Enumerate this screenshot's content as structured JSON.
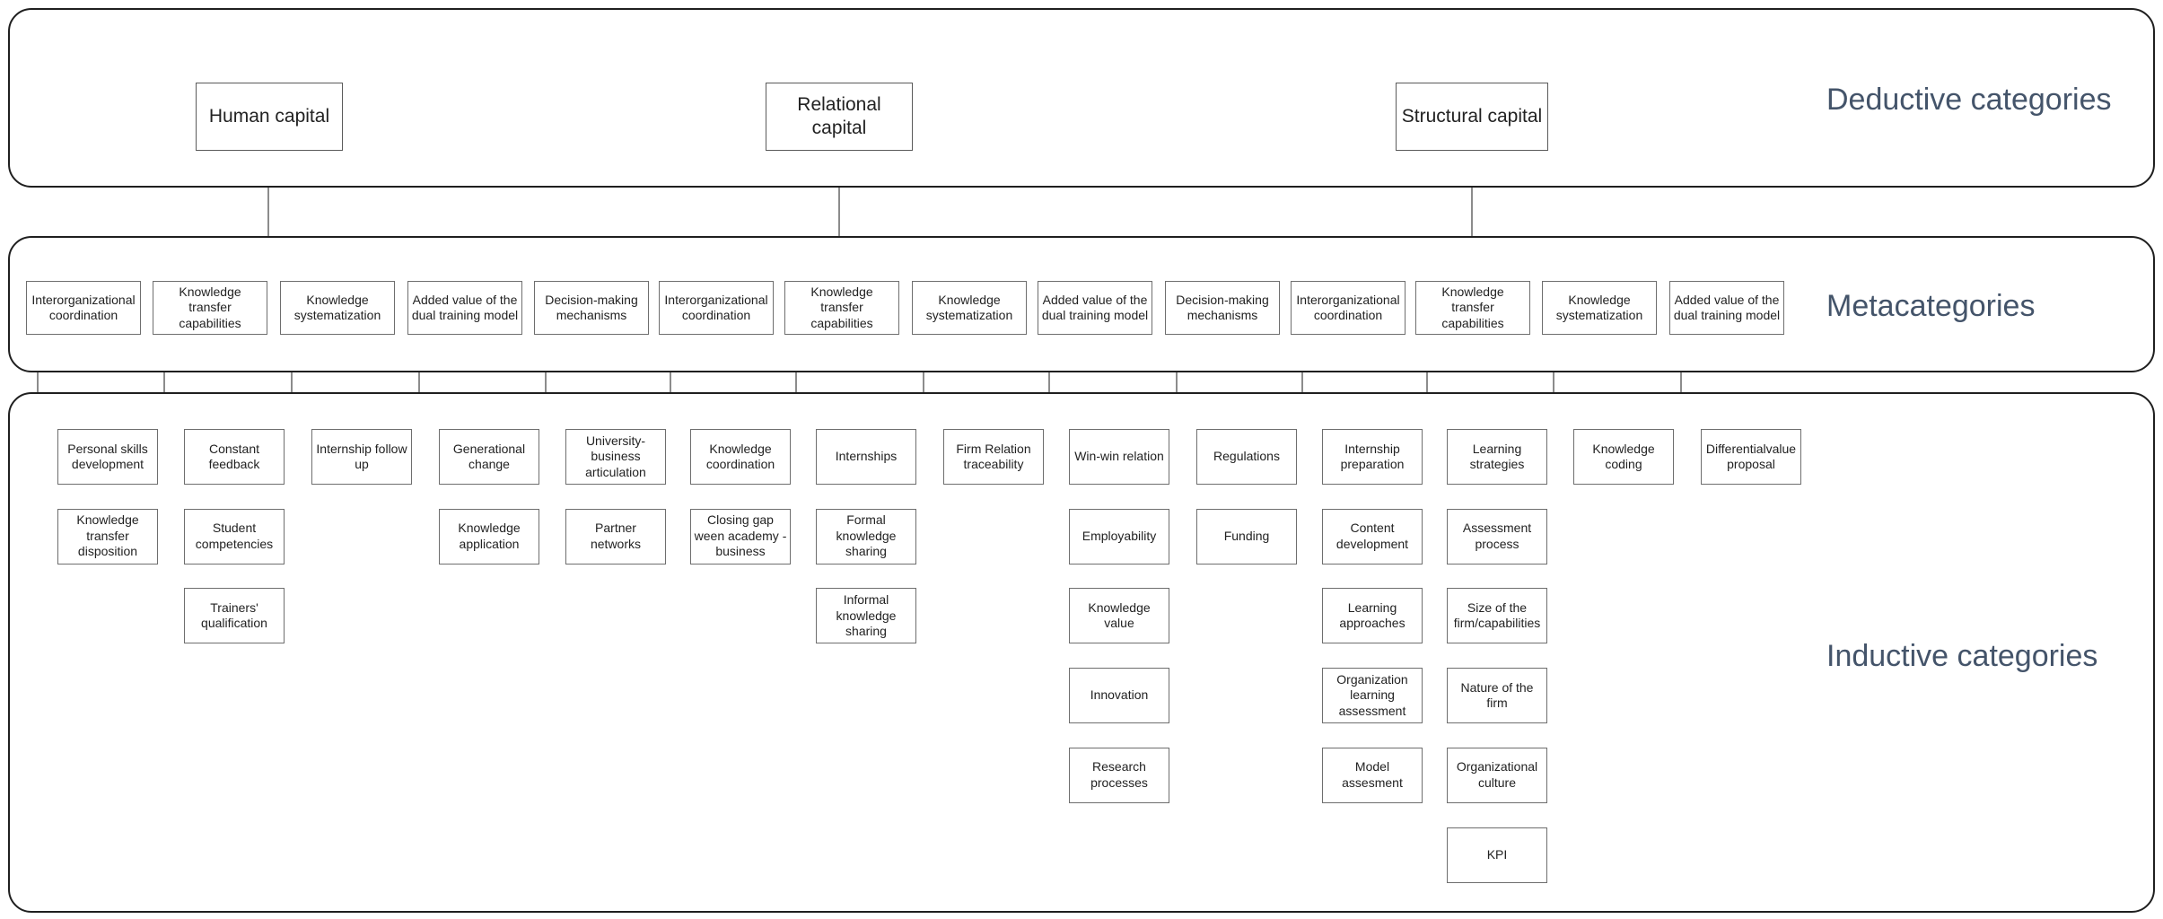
{
  "bands": {
    "deductive": "Deductive categories",
    "meta": "Metacategories",
    "inductive": "Inductive categories"
  },
  "colors": {
    "band_label": "#44546a",
    "border": "#1f1f1f",
    "connector": "#8c8c8c"
  },
  "capitals": [
    {
      "label": "Human capital",
      "metas": [
        {
          "label": "Interorganizational coordination",
          "children": [
            "Personal skills development",
            "Knowledge transfer disposition"
          ]
        },
        {
          "label": "Knowledge transfer capabilities",
          "children": [
            "Constant feedback",
            "Student competencies",
            "Trainers' qualification"
          ]
        },
        {
          "label": "Knowledge systematization",
          "children": [
            "Internship follow up"
          ]
        },
        {
          "label": "Added value of the dual training model",
          "children": [
            "Generational change",
            "Knowledge application"
          ]
        }
      ]
    },
    {
      "label": "Relational capital",
      "metas": [
        {
          "label": "Decision-making mechanisms",
          "children": [
            "University-business articulation",
            "Partner networks"
          ]
        },
        {
          "label": "Interorganizational coordination",
          "children": [
            "Knowledge coordination",
            "Closing gap ween academy - business"
          ]
        },
        {
          "label": "Knowledge transfer capabilities",
          "children": [
            "Internships",
            "Formal knowledge sharing",
            "Informal knowledge sharing"
          ]
        },
        {
          "label": "Knowledge systematization",
          "children": [
            "Firm Relation traceability"
          ]
        },
        {
          "label": "Added value of the dual training model",
          "children": [
            "Win-win relation",
            "Employability",
            "Knowledge value",
            "Innovation",
            "Research processes"
          ]
        }
      ]
    },
    {
      "label": "Structural capital",
      "metas": [
        {
          "label": "Decision-making mechanisms",
          "children": [
            "Regulations",
            "Funding"
          ]
        },
        {
          "label": "Interorganizational coordination",
          "children": [
            "Internship preparation",
            "Content development",
            "Learning approaches",
            "Organization learning assessment",
            "Model assesment"
          ]
        },
        {
          "label": "Knowledge transfer capabilities",
          "children": [
            "Learning strategies",
            "Assessment process",
            "Size of the firm/capabilities",
            "Nature of the firm",
            "Organizational culture",
            "KPI"
          ]
        },
        {
          "label": "Knowledge systematization",
          "children": [
            "Knowledge coding"
          ]
        },
        {
          "label": "Added value of the dual training model",
          "children": [
            "Differentialvalue proposal"
          ]
        }
      ]
    }
  ]
}
